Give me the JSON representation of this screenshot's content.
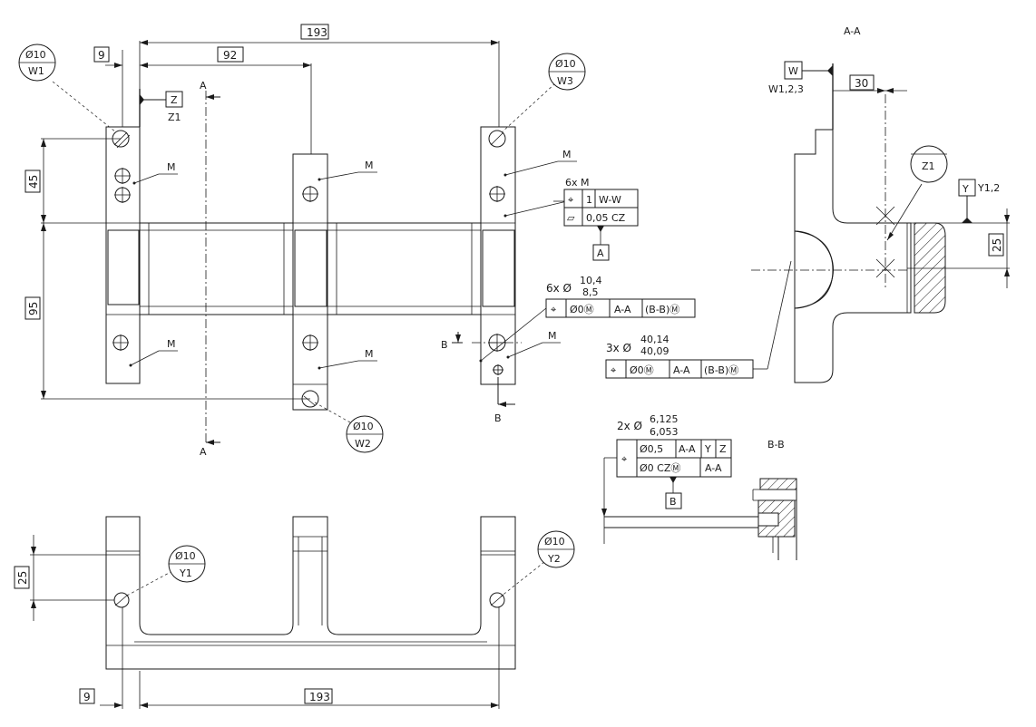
{
  "dims": {
    "top_width": "193",
    "top_offset_9": "9",
    "top_92": "92",
    "left_45": "45",
    "left_95": "95",
    "bottom_25": "25",
    "bottom_9": "9",
    "bottom_193": "193",
    "aa_30": "30",
    "aa_25": "25"
  },
  "section_labels": {
    "a_top": "A",
    "a_bottom": "A",
    "b_left": "B",
    "b_bottom": "B",
    "view_aa": "A-A",
    "view_bb": "B-B"
  },
  "balloons": {
    "w1_top": "Ø10",
    "w1_bottom": "W1",
    "w2_top": "Ø10",
    "w2_bottom": "W2",
    "w3_top": "Ø10",
    "w3_bottom": "W3",
    "y1_top": "Ø10",
    "y1_bottom": "Y1",
    "y2_top": "Ø10",
    "y2_bottom": "Y2",
    "z1": "Z1"
  },
  "datums": {
    "z": "Z",
    "z1_label": "Z1",
    "w": "W",
    "w_label": "W1,2,3",
    "y": "Y",
    "y_label": "Y1,2",
    "a": "A",
    "b": "B"
  },
  "mark_m": "M",
  "fcf_6x_m": {
    "prefix": "6x M",
    "row1": [
      "⌖",
      "1",
      "W-W"
    ],
    "row2": [
      "▱",
      "0,05 CZ"
    ]
  },
  "fcf_6x_hole": {
    "prefix": "6x Ø",
    "upper": "10,4",
    "lower": "8,5",
    "cells": [
      "⌖",
      "Ø0Ⓜ",
      "A-A",
      "(B-B)Ⓜ"
    ]
  },
  "fcf_3x": {
    "prefix": "3x Ø",
    "upper": "40,14",
    "lower": "40,09",
    "cells": [
      "⌖",
      "Ø0Ⓜ",
      "A-A",
      "(B-B)Ⓜ"
    ]
  },
  "fcf_2x": {
    "prefix": "2x Ø",
    "upper": "6,125",
    "lower": "6,053",
    "row1": [
      "Ø0,5",
      "A-A",
      "Y",
      "Z"
    ],
    "row2": [
      "Ø0 CZⓂ",
      "A-A"
    ]
  }
}
